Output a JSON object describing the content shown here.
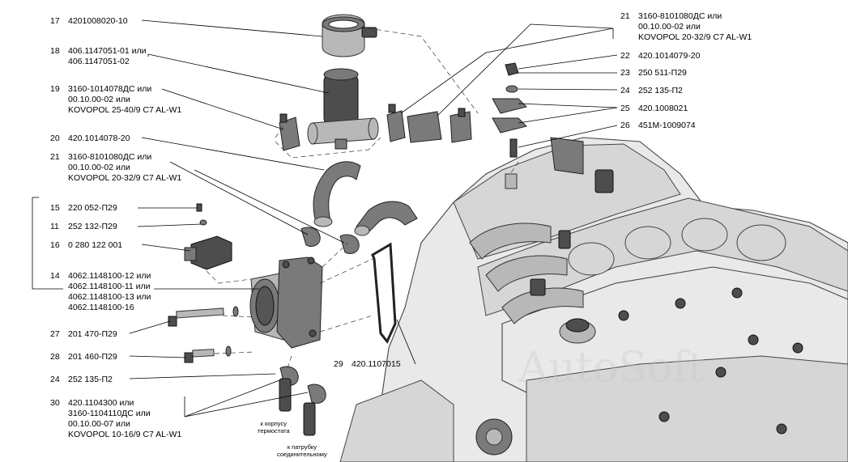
{
  "callouts": {
    "c17": {
      "num": "17",
      "lines": [
        "4201008020-10"
      ]
    },
    "c18": {
      "num": "18",
      "lines": [
        "406.1147051-01 или",
        "406.1147051-02"
      ]
    },
    "c19": {
      "num": "19",
      "lines": [
        "3160-1014078ДС или",
        "00.10.00-02 или",
        "KOVOPOL 25-40/9 C7 AL-W1"
      ]
    },
    "c20": {
      "num": "20",
      "lines": [
        "420.1014078-20"
      ]
    },
    "c21a": {
      "num": "21",
      "lines": [
        "3160-8101080ДС или",
        "00.10.00-02 или",
        "KOVOPOL 20-32/9 C7 AL-W1"
      ]
    },
    "c15": {
      "num": "15",
      "lines": [
        "220 052-П29"
      ]
    },
    "c11": {
      "num": "11",
      "lines": [
        "252 132-П29"
      ]
    },
    "c16": {
      "num": "16",
      "lines": [
        "0 280 122 001"
      ]
    },
    "c14": {
      "num": "14",
      "lines": [
        "4062.1148100-12 или",
        "4062.1148100-11 или",
        "4062.1148100-13 или",
        "4062.1148100-16"
      ]
    },
    "c27": {
      "num": "27",
      "lines": [
        "201 470-П29"
      ]
    },
    "c28": {
      "num": "28",
      "lines": [
        "201 460-П29"
      ]
    },
    "c24a": {
      "num": "24",
      "lines": [
        "252 135-П2"
      ]
    },
    "c30": {
      "num": "30",
      "lines": [
        "420.1104300 или",
        "3160-1104110ДС или",
        "00.10.00-07 или",
        "KOVOPOL 10-16/9 C7 AL-W1"
      ]
    },
    "c21b": {
      "num": "21",
      "lines": [
        "3160-8101080ДС или",
        "00.10.00-02 или",
        "KOVOPOL 20-32/9 C7 AL-W1"
      ]
    },
    "c22": {
      "num": "22",
      "lines": [
        "420.1014079-20"
      ]
    },
    "c23": {
      "num": "23",
      "lines": [
        "250 511-П29"
      ]
    },
    "c24b": {
      "num": "24",
      "lines": [
        "252 135-П2"
      ]
    },
    "c25": {
      "num": "25",
      "lines": [
        "420.1008021"
      ]
    },
    "c26": {
      "num": "26",
      "lines": [
        "451M-1009074"
      ]
    },
    "c29": {
      "num": "29",
      "lines": [
        "420.1107015"
      ]
    }
  },
  "captions": {
    "thermostat": [
      "к корпусу",
      "термостата"
    ],
    "pipe": [
      "к патрубку",
      "соединительному"
    ]
  },
  "watermark": "AutoSoft"
}
